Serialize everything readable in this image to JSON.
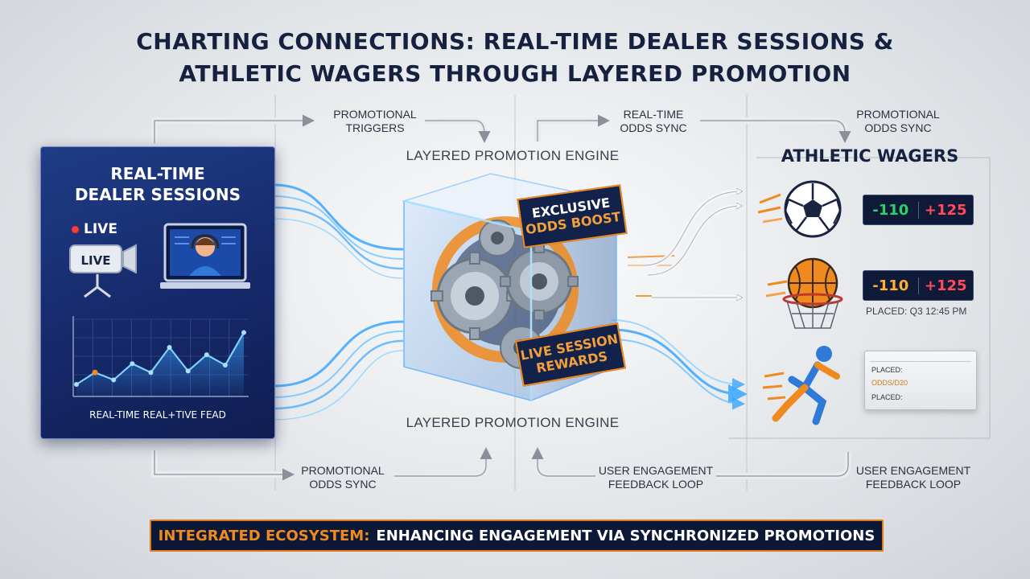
{
  "title": {
    "line1": "CHARTING CONNECTIONS: REAL-TIME DEALER SESSIONS &",
    "line2": "ATHLETIC WAGERS THROUGH LAYERED PROMOTION"
  },
  "top_flow": {
    "promo_triggers": [
      "PROMOTIONAL",
      "TRIGGERS"
    ],
    "realtime_odds_sync": [
      "REAL-TIME",
      "ODDS SYNC"
    ],
    "promo_odds_sync": [
      "PROMOTIONAL",
      "ODDS SYNC"
    ]
  },
  "engine": {
    "label_top": "LAYERED PROMOTION ENGINE",
    "label_bottom": "LAYERED PROMOTION ENGINE",
    "tag_boost": [
      "EXCLUSIVE",
      "ODDS BOOST"
    ],
    "tag_rewards": [
      "LIVE SESSION",
      "REWARDS"
    ]
  },
  "dealer_panel": {
    "title": [
      "REAL-TIME",
      "DEALER SESSIONS"
    ],
    "live_indicator": "LIVE",
    "camera_label": "LIVE",
    "feed_label": "REAL-TIME REAL+TIVE FEAD",
    "chart_series": [
      0.12,
      0.28,
      0.18,
      0.4,
      0.28,
      0.62,
      0.3,
      0.52,
      0.38,
      0.82
    ]
  },
  "wagers": {
    "title": "ATHLETIC WAGERS",
    "soccer_odds": {
      "neg": "-110",
      "pos": "+125"
    },
    "basketball_odds": {
      "neg": "-110",
      "pos": "+125"
    },
    "placed_q3": "PLACED: Q3 12:45 PM",
    "ticket": {
      "row1": "PLACED:",
      "row2": "ODDS/D20",
      "row3": "PLACED:"
    }
  },
  "bottom_flow": {
    "promo_odds_sync": [
      "PROMOTIONAL",
      "ODDS SYNC"
    ],
    "feedback_loop_1": [
      "USER ENGAGEMENT",
      "FEEDBACK LOOP"
    ],
    "feedback_loop_2": [
      "USER ENGAGEMENT",
      "FEEDBACK LOOP"
    ]
  },
  "banner": {
    "accent": "INTEGRATED ECOSYSTEM:",
    "rest": "ENHANCING ENGAGEMENT VIA SYNCHRONIZED PROMOTIONS"
  },
  "colors": {
    "navy": "#16296a",
    "accent_orange": "#f08a1e",
    "flow_blue": "#36a8ff",
    "odds_green": "#2fd06a",
    "odds_red": "#ff4a5a"
  }
}
